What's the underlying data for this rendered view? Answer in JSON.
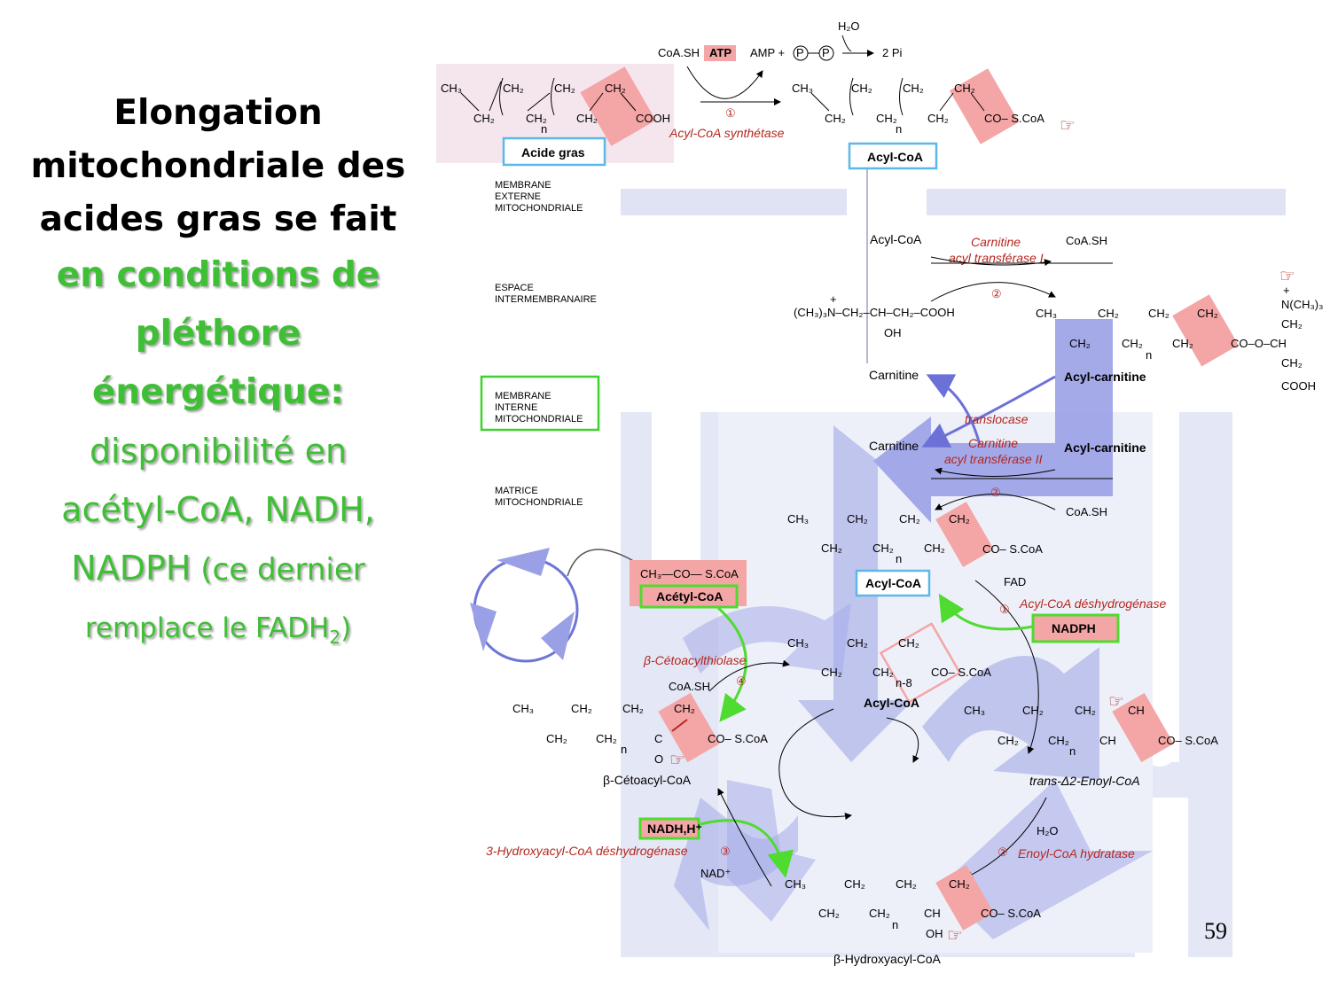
{
  "slide": {
    "title_lines": [
      "Elongation",
      "mitochondriale des",
      "acides gras se fait"
    ],
    "emphasis_lines": [
      "en conditions de",
      "pléthore",
      "énergétique:"
    ],
    "detail_lines": [
      "disponibilité en",
      "acétyl-CoA, NADH,"
    ],
    "detail_nadph": "NADPH",
    "detail_paren": " (ce dernier",
    "detail_last": "remplace le FADH",
    "detail_sub": "2",
    "detail_close": ")",
    "page_number": "59"
  },
  "colors": {
    "highlight_green": "#3fbf35",
    "box_blue": "#5cb8e8",
    "enzyme_red": "#b5261e",
    "membrane": "#cdd3ec",
    "arrow_blue": "#8e93e2",
    "pink_block": "#f4a5a5"
  },
  "membranes": {
    "outer": [
      "MEMBRANE",
      "EXTERNE",
      "MITOCHONDRIALE"
    ],
    "intermembrane": [
      "ESPACE",
      "INTERMEMBRANAIRE"
    ],
    "inner": [
      "MEMBRANE",
      "INTERNE",
      "MITOCHONDRIALE"
    ],
    "matrix": [
      "MATRICE",
      "MITOCHONDRIALE"
    ]
  },
  "activation": {
    "coash": "CoA.SH",
    "atp": "ATP",
    "amp": "AMP +",
    "p": "P",
    "h2o": "H₂O",
    "pi": "2 Pi",
    "step": "①",
    "enzyme": "Acyl-CoA synthétase",
    "acid_label": "Acide gras",
    "acylcoa_label": "Acyl-CoA",
    "cooh": "COOH",
    "coscoa": "CO– S.CoA"
  },
  "transport": {
    "acylcoa": "Acyl-CoA",
    "carnitine_enzyme_1": [
      "Carnitine",
      "acyl transférase I"
    ],
    "coash": "CoA.SH",
    "step": "②",
    "carnitine_formula": "(CH₃)₃N–CH₂–CH–CH₂–COOH",
    "oh": "OH",
    "plus": "+",
    "acylcarnitine": "Acyl-carnitine",
    "carnitine": "Carnitine",
    "translocase": "translocase",
    "carnitine_enzyme_2": [
      "Carnitine",
      "acyl transférase II"
    ],
    "ester": "CO–O–CH",
    "nme3": "N(CH₃)₃"
  },
  "cycle": {
    "acylcoa_label": "Acyl-CoA",
    "fad": "FAD",
    "step1": "①",
    "enzyme1": "Acyl-CoA déshydrogénase",
    "nadph": "NADPH",
    "acetylcoa_formula": "CH₃—CO— S.CoA",
    "acetylcoa": "Acétyl-CoA",
    "thiolase": "β-Cétoacylthiolase",
    "step4": "④",
    "coash": "CoA.SH",
    "n8": "n-8",
    "acylcoa_mid": "Acyl-CoA",
    "cetoacyl": "β-Cétoacyl-CoA",
    "enoyl": "trans-Δ2-Enoyl-CoA",
    "h2o": "H₂O",
    "step2": "②",
    "hydratase": "Enoyl-CoA hydratase",
    "nadh": "NADH,H⁺",
    "step3": "③",
    "hydroxy_dh": "3-Hydroxyacyl-CoA déshydrogénase",
    "nad": "NAD⁺",
    "hydroxyacyl": "β-Hydroxyacyl-CoA",
    "oh": "OH",
    "o": "O",
    "c": "C",
    "ch": "CH"
  },
  "chain": {
    "ch3": "CH₃",
    "ch2": "CH₂",
    "n": "n",
    "coscoa": "CO– S.CoA"
  }
}
